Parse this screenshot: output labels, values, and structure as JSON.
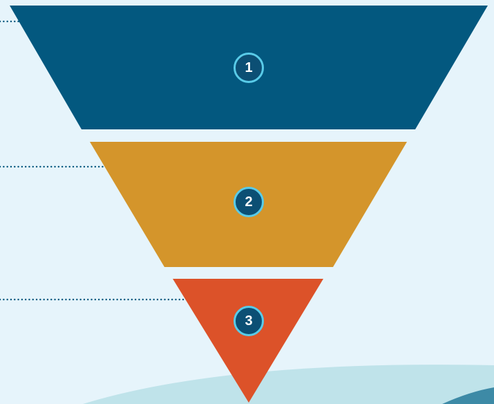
{
  "funnel": {
    "levels": [
      {
        "number": "1",
        "color": "#03587f"
      },
      {
        "number": "2",
        "color": "#d4952b"
      },
      {
        "number": "3",
        "color": "#dc5229"
      }
    ],
    "badge_fill": "#0c4f74",
    "badge_ring": "#59cbe8",
    "connector_color": "#03587f"
  },
  "background": {
    "page": "#e6f4fb",
    "wave_light": "#bfe3ea",
    "wave_dark": "#3d8aa6"
  }
}
